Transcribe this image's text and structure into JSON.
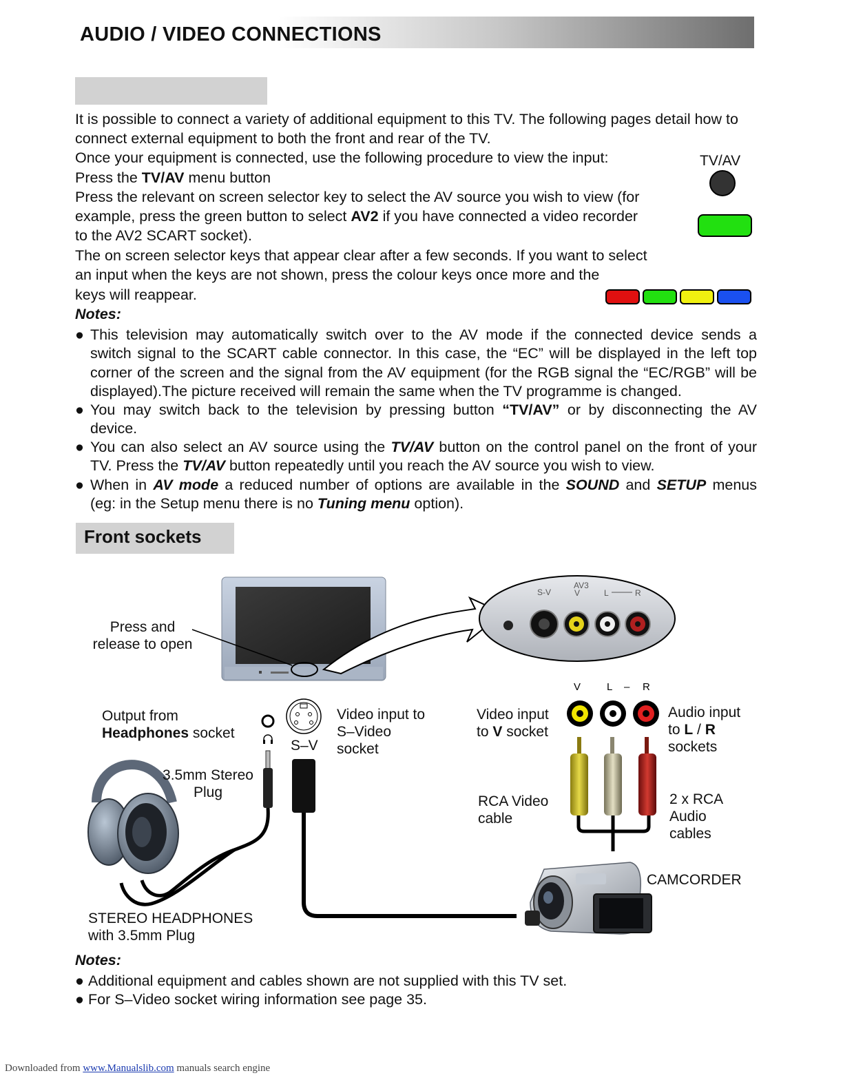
{
  "header": {
    "title": "AUDIO / VIDEO CONNECTIONS"
  },
  "intro": {
    "line1": "It is possible to connect a variety of additional equipment to this TV. The following pages detail how to",
    "line2": "connect external equipment to both the front and rear of the TV.",
    "line3": "Once your equipment is connected, use the following procedure to view the input:",
    "press_pre": "Press the ",
    "press_key": "TV/AV",
    "press_post": " menu button",
    "sel1": "Press the relevant on screen selector key to select the AV source you wish to view (for",
    "sel2_pre": "example, press the green button to select ",
    "sel2_key": "AV2",
    "sel2_post": " if you have connected a video recorder",
    "sel3": "to the AV2 SCART socket).",
    "clr1": "The on screen selector keys that appear clear after a few seconds. If you want to select",
    "clr2": "an input when the keys are not shown, press the colour keys once more and the",
    "clr3": "keys will reappear."
  },
  "remote": {
    "tvav_label": "TV/AV",
    "button_color": "#333333",
    "green": "#22e010",
    "keys": [
      "#e01010",
      "#22e010",
      "#f0f010",
      "#1a50f0"
    ]
  },
  "notes1": {
    "heading": "Notes:",
    "b1": {
      "l1": "This television may automatically switch over to the AV mode if the connected device sends a",
      "l2": "switch signal to the SCART cable connector. In this case, the “EC” will be displayed in the left top",
      "l3": "corner of the screen and the signal from the AV equipment (for the RGB signal the “EC/RGB” will be",
      "l4": "displayed).The picture received will remain the same when the TV programme is changed."
    },
    "b2": {
      "l1_pre": "You may switch back to the television by pressing button ",
      "l1_key": "“TV/AV”",
      "l1_post": " or by disconnecting the AV",
      "l2": "device."
    },
    "b3": {
      "l1_pre": "You can also select an AV source using the ",
      "l1_key": "TV/AV",
      "l1_post": " button on the control panel on the front of your",
      "l2_pre": "TV. Press the ",
      "l2_key": "TV/AV",
      "l2_post": " button repeatedly until you reach the AV source you wish to view."
    },
    "b4": {
      "l1_a": "When in ",
      "l1_b": "AV mode",
      "l1_c": " a reduced number of options are available in the ",
      "l1_d": "SOUND",
      "l1_e": " and ",
      "l1_f": "SETUP",
      "l1_g": " menus",
      "l2_a": "(eg: in the Setup menu there is no ",
      "l2_b": "Tuning menu",
      "l2_c": " option)."
    }
  },
  "front": {
    "title": "Front sockets",
    "press1": "Press and",
    "press2": "release to open",
    "panel_av3": "AV3",
    "panel_sv": "S-V",
    "panel_v": "V",
    "panel_l": "L",
    "panel_r": "R",
    "vlr_v": "V",
    "vlr_l": "L",
    "vlr_dash": "–",
    "vlr_r": "R",
    "out1": "Output from",
    "out2_b": "Headphones",
    "out2_r": " socket",
    "sv_label": "S–V",
    "vin1": "Video input to",
    "vin2": "S–Video",
    "vin3": "socket",
    "vv1": "Video input",
    "vv2_pre": "to ",
    "vv2_b": "V",
    "vv2_post": " socket",
    "ain1": "Audio input",
    "ain2_pre": "to ",
    "ain2_b": "L",
    "ain2_mid": " / ",
    "ain2_b2": "R",
    "ain3": "sockets",
    "plug1": "3.5mm Stereo",
    "plug2": "Plug",
    "rca1": "RCA Video",
    "rca2": "cable",
    "rcaa1": "2 x RCA",
    "rcaa2": "Audio",
    "rcaa3": "cables",
    "camcorder": "CAMCORDER",
    "hp1": "STEREO HEADPHONES",
    "hp2": "with 3.5mm Plug"
  },
  "notes2": {
    "heading": "Notes:",
    "b1": "Additional equipment and cables shown are not supplied with this TV set.",
    "b2": "For S–Video socket wiring information see page 35."
  },
  "footer": {
    "pre": "Downloaded from ",
    "link": "www.Manualslib.com",
    "post": "  manuals search engine"
  }
}
